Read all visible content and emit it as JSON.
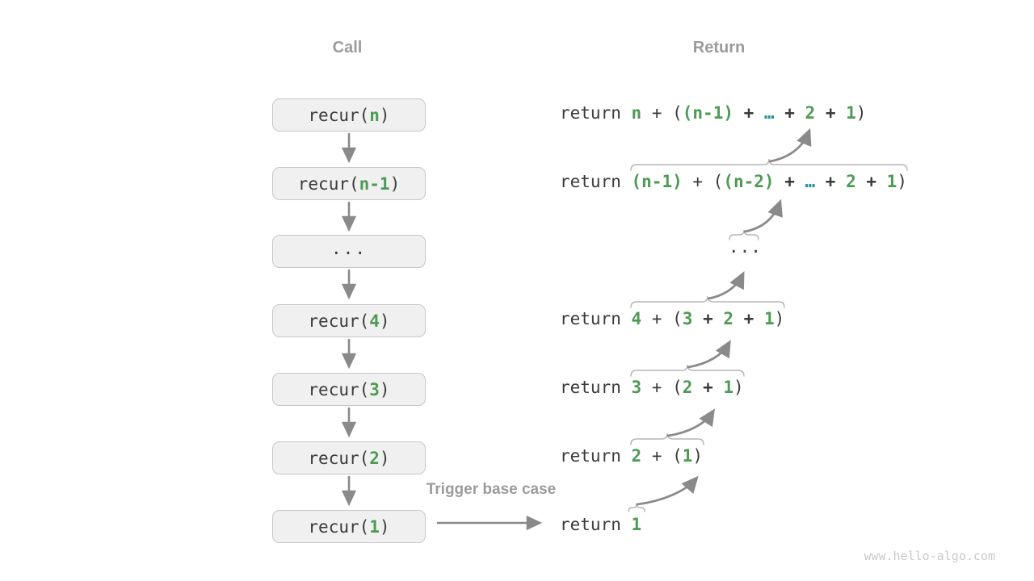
{
  "headers": {
    "call": "Call",
    "return": "Return"
  },
  "labels": {
    "trigger": "Trigger base case",
    "watermark": "www.hello-algo.com"
  },
  "colors": {
    "green": "#4d9a53",
    "teal": "#1f9094",
    "dark": "#3b3b3b",
    "arrow": "#8a8a8a",
    "brace": "#b5b5b5",
    "box_fill": "#f0f0f0",
    "box_border": "#c7c7c7",
    "muted": "#9b9b9b"
  },
  "call_stack": {
    "boxes": [
      {
        "name": "recur-n",
        "segments": [
          {
            "t": "recur(",
            "s": "code"
          },
          {
            "t": "n",
            "s": "green"
          },
          {
            "t": ")",
            "s": "code"
          }
        ]
      },
      {
        "name": "recur-n-1",
        "segments": [
          {
            "t": "recur(",
            "s": "code"
          },
          {
            "t": "n-1",
            "s": "green"
          },
          {
            "t": ")",
            "s": "code"
          }
        ]
      },
      {
        "name": "ellipsis",
        "segments": [
          {
            "t": "...",
            "s": "code dots"
          }
        ]
      },
      {
        "name": "recur-4",
        "segments": [
          {
            "t": "recur(",
            "s": "code"
          },
          {
            "t": "4",
            "s": "green"
          },
          {
            "t": ")",
            "s": "code"
          }
        ]
      },
      {
        "name": "recur-3",
        "segments": [
          {
            "t": "recur(",
            "s": "code"
          },
          {
            "t": "3",
            "s": "green"
          },
          {
            "t": ")",
            "s": "code"
          }
        ]
      },
      {
        "name": "recur-2",
        "segments": [
          {
            "t": "recur(",
            "s": "code"
          },
          {
            "t": "2",
            "s": "green"
          },
          {
            "t": ")",
            "s": "code"
          }
        ]
      },
      {
        "name": "recur-1",
        "segments": [
          {
            "t": "recur(",
            "s": "code"
          },
          {
            "t": "1",
            "s": "green"
          },
          {
            "t": ")",
            "s": "code"
          }
        ]
      }
    ]
  },
  "return_lines": [
    {
      "segments": [
        {
          "t": "return ",
          "s": "code"
        },
        {
          "t": "n",
          "s": "green"
        },
        {
          "t": " + ",
          "s": "code"
        },
        {
          "t": "(",
          "s": "code"
        },
        {
          "t": "(n-1)",
          "s": "green"
        },
        {
          "t": " + ",
          "s": "op"
        },
        {
          "t": "…",
          "s": "teal"
        },
        {
          "t": " + ",
          "s": "op"
        },
        {
          "t": "2",
          "s": "green"
        },
        {
          "t": " + ",
          "s": "op"
        },
        {
          "t": "1",
          "s": "green"
        },
        {
          "t": ")",
          "s": "code"
        }
      ]
    },
    {
      "segments": [
        {
          "t": "return ",
          "s": "code"
        },
        {
          "t": "(n-1)",
          "s": "green"
        },
        {
          "t": " + ",
          "s": "code"
        },
        {
          "t": "(",
          "s": "code"
        },
        {
          "t": "(n-2)",
          "s": "green"
        },
        {
          "t": " + ",
          "s": "op"
        },
        {
          "t": "…",
          "s": "teal"
        },
        {
          "t": " + ",
          "s": "op"
        },
        {
          "t": "2",
          "s": "green"
        },
        {
          "t": " + ",
          "s": "op"
        },
        {
          "t": "1",
          "s": "green"
        },
        {
          "t": ")",
          "s": "code"
        }
      ]
    },
    {
      "segments": [
        {
          "t": "...",
          "s": "code"
        }
      ]
    },
    {
      "segments": [
        {
          "t": "return ",
          "s": "code"
        },
        {
          "t": "4",
          "s": "green"
        },
        {
          "t": " + ",
          "s": "code"
        },
        {
          "t": "(",
          "s": "code"
        },
        {
          "t": "3",
          "s": "green"
        },
        {
          "t": " + ",
          "s": "op"
        },
        {
          "t": "2",
          "s": "green"
        },
        {
          "t": " + ",
          "s": "op"
        },
        {
          "t": "1",
          "s": "green"
        },
        {
          "t": ")",
          "s": "code"
        }
      ]
    },
    {
      "segments": [
        {
          "t": "return ",
          "s": "code"
        },
        {
          "t": "3",
          "s": "green"
        },
        {
          "t": " + ",
          "s": "code"
        },
        {
          "t": "(",
          "s": "code"
        },
        {
          "t": "2",
          "s": "green"
        },
        {
          "t": " + ",
          "s": "op"
        },
        {
          "t": "1",
          "s": "green"
        },
        {
          "t": ")",
          "s": "code"
        }
      ]
    },
    {
      "segments": [
        {
          "t": "return ",
          "s": "code"
        },
        {
          "t": "2",
          "s": "green"
        },
        {
          "t": " + ",
          "s": "code"
        },
        {
          "t": "(",
          "s": "code"
        },
        {
          "t": "1",
          "s": "green"
        },
        {
          "t": ")",
          "s": "code"
        }
      ]
    },
    {
      "segments": [
        {
          "t": "return ",
          "s": "code"
        },
        {
          "t": "1",
          "s": "green"
        }
      ]
    }
  ]
}
